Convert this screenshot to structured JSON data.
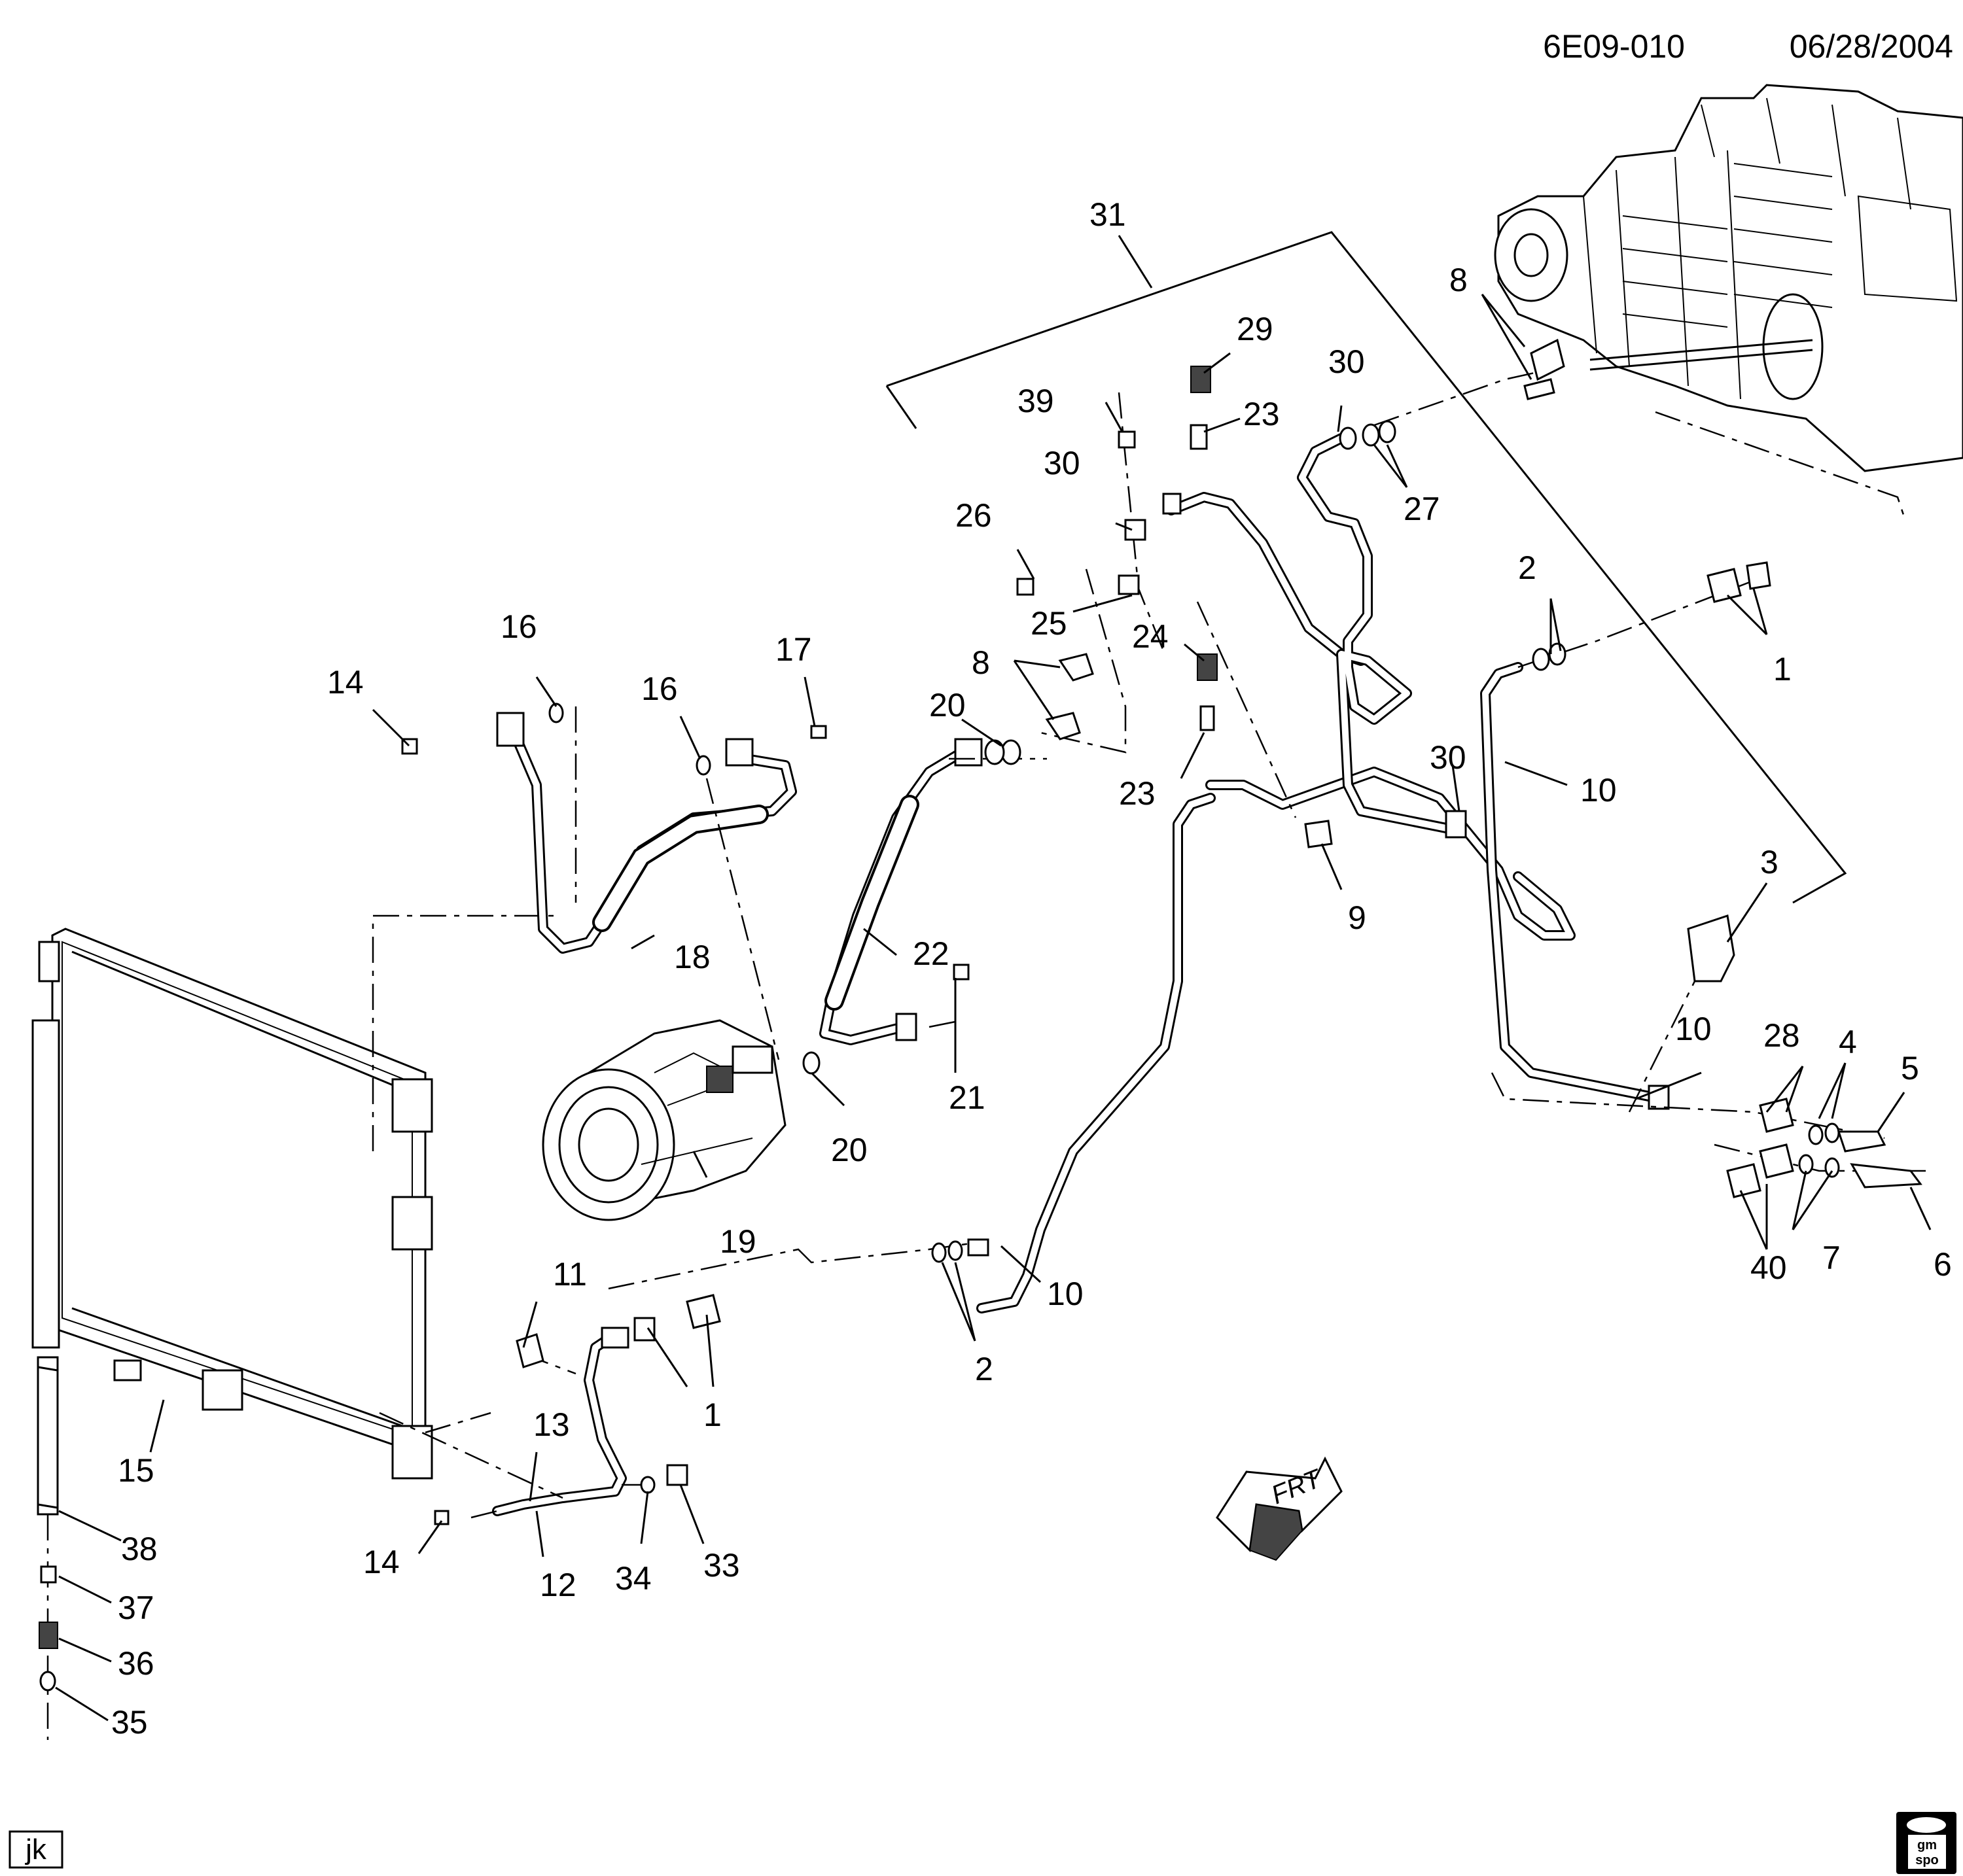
{
  "header": {
    "diagram_id": "6E09-010",
    "date": "06/28/2004"
  },
  "callouts": {
    "c1a": "1",
    "c1b": "1",
    "c2a": "2",
    "c2b": "2",
    "c3": "3",
    "c4": "4",
    "c5": "5",
    "c6": "6",
    "c7": "7",
    "c8a": "8",
    "c8b": "8",
    "c9": "9",
    "c10a": "10",
    "c10b": "10",
    "c10c": "10",
    "c11": "11",
    "c12": "12",
    "c13": "13",
    "c14a": "14",
    "c14b": "14",
    "c15": "15",
    "c16a": "16",
    "c16b": "16",
    "c17": "17",
    "c18": "18",
    "c19": "19",
    "c20a": "20",
    "c20b": "20",
    "c21": "21",
    "c22": "22",
    "c23a": "23",
    "c23b": "23",
    "c24": "24",
    "c25": "25",
    "c26": "26",
    "c27": "27",
    "c28": "28",
    "c29": "29",
    "c30a": "30",
    "c30b": "30",
    "c30c": "30",
    "c31": "31",
    "c33": "33",
    "c34": "34",
    "c35": "35",
    "c36": "36",
    "c37": "37",
    "c38": "38",
    "c39": "39",
    "c40": "40"
  },
  "direction_arrow": {
    "label": "FRT"
  },
  "stamp": {
    "initials": "jk"
  },
  "logo": {
    "line1": "gm",
    "line2": "spo"
  },
  "icons": {
    "front_arrow": "front-direction-arrow-icon",
    "logo": "gm-spo-logo-icon"
  }
}
